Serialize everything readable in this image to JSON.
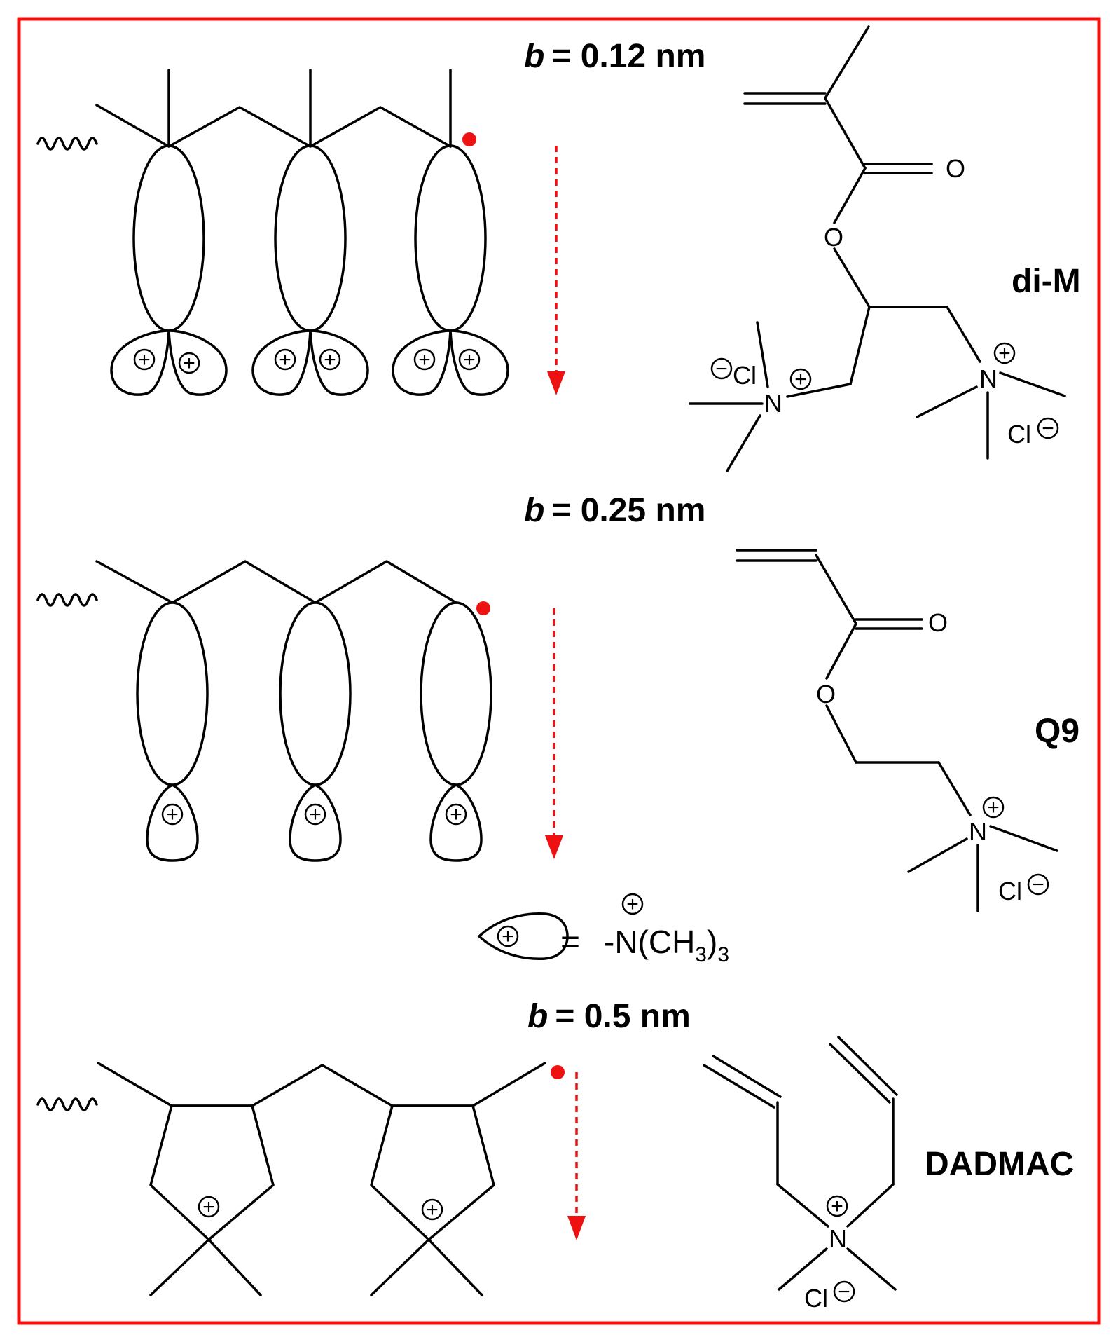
{
  "colors": {
    "frame": "#ee1111",
    "radical": "#ee1111",
    "arrow": "#ee1111",
    "ink": "#000000"
  },
  "sections": [
    {
      "spacing_prefix": "b",
      "spacing_value": "= 0.12 nm",
      "monomer": "di-M"
    },
    {
      "spacing_prefix": "b",
      "spacing_value": "= 0.25 nm",
      "monomer": "Q9"
    },
    {
      "spacing_prefix": "b",
      "spacing_value": "= 0.5 nm",
      "monomer": "DADMAC"
    }
  ],
  "atoms": {
    "oxygen": "O",
    "nitrogen": "N",
    "chloride": "Cl",
    "plus": "+",
    "minus": "−"
  },
  "legend": {
    "equals": "=",
    "group_prefix": "-N(CH",
    "group_sub1": "3",
    "group_mid": ")",
    "group_sub2": "3"
  },
  "icons": [
    "wavy-bond-icon",
    "radical-dot-icon",
    "dashed-arrow-icon",
    "cation-lobe-icon",
    "plus-circle-icon",
    "minus-circle-icon"
  ]
}
